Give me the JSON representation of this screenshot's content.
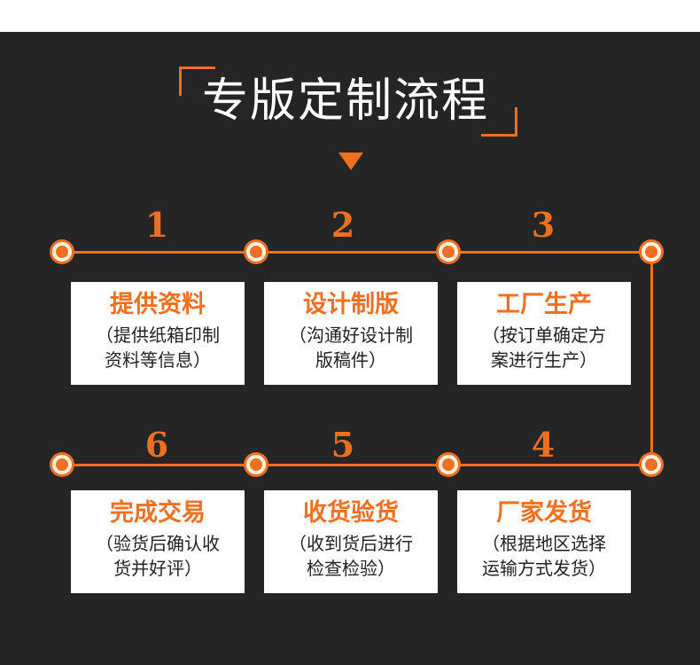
{
  "page": {
    "title": "专版定制流程"
  },
  "colors": {
    "accent": "#f07020",
    "background": "#252525",
    "card": "#ffffff",
    "text": "#222222"
  },
  "steps": [
    {
      "number": "1",
      "title": "提供资料",
      "desc_line1": "（提供纸箱印制",
      "desc_line2": "资料等信息）"
    },
    {
      "number": "2",
      "title": "设计制版",
      "desc_line1": "（沟通好设计制",
      "desc_line2": "版稿件）"
    },
    {
      "number": "3",
      "title": "工厂生产",
      "desc_line1": "（按订单确定方",
      "desc_line2": "案进行生产）"
    },
    {
      "number": "4",
      "title": "厂家发货",
      "desc_line1": "（根据地区选择",
      "desc_line2": "运输方式发货）"
    },
    {
      "number": "5",
      "title": "收货验货",
      "desc_line1": "（收到货后进行",
      "desc_line2": "检查检验）"
    },
    {
      "number": "6",
      "title": "完成交易",
      "desc_line1": "（验货后确认收",
      "desc_line2": "货并好评）"
    }
  ]
}
